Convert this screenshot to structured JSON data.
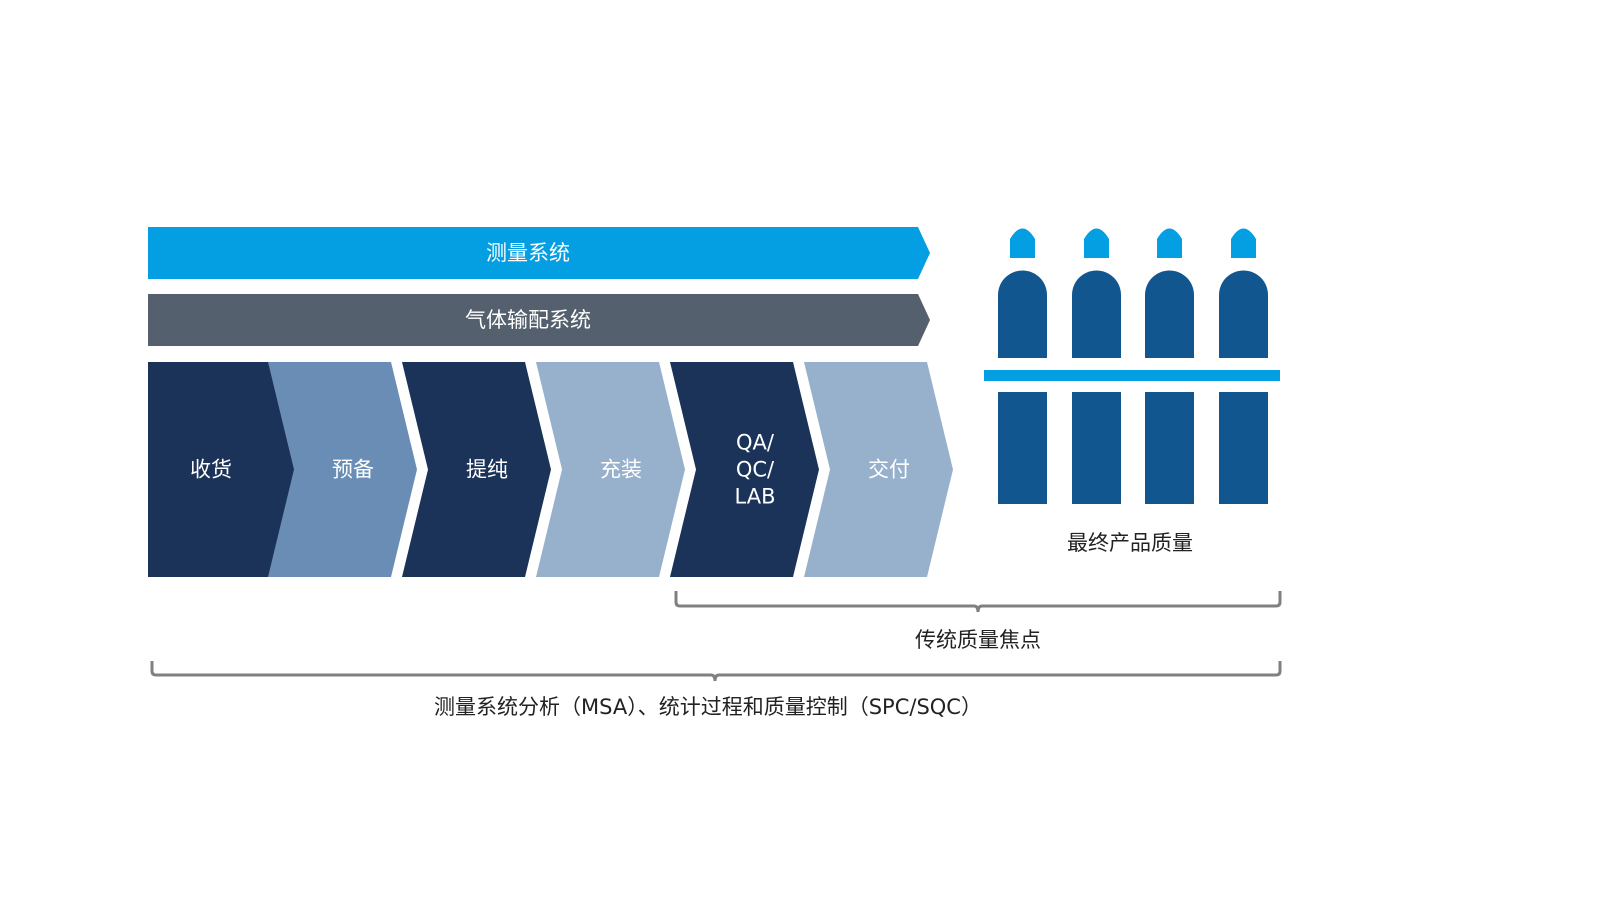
{
  "colors": {
    "bar_measure": "#049fe3",
    "bar_gas": "#54606e",
    "step_dark": "#1b3358",
    "step_mid": "#6a8db5",
    "step_light": "#97b1cd",
    "cylinder_body": "#12568f",
    "cylinder_cap": "#049fe3",
    "rack_bar": "#049fe3",
    "bracket": "#808080",
    "text_dark": "#222222",
    "text_light": "#ffffff"
  },
  "bars": {
    "measurement_system": "测量系统",
    "gas_distribution_system": "气体输配系统"
  },
  "steps": [
    {
      "lines": [
        "收货"
      ],
      "tone": "dark"
    },
    {
      "lines": [
        "预备"
      ],
      "tone": "mid"
    },
    {
      "lines": [
        "提纯"
      ],
      "tone": "dark"
    },
    {
      "lines": [
        "充装"
      ],
      "tone": "light"
    },
    {
      "lines": [
        "QA/",
        "QC/",
        "LAB"
      ],
      "tone": "dark"
    },
    {
      "lines": [
        "交付"
      ],
      "tone": "light"
    }
  ],
  "cylinders": {
    "count": 4,
    "icon": "gas-cylinder-icon"
  },
  "labels": {
    "final_product_quality": "最终产品质量",
    "traditional_quality_focus": "传统质量焦点",
    "msa_spc": "测量系统分析（MSA）、统计过程和质量控制（SPC/SQC）"
  }
}
